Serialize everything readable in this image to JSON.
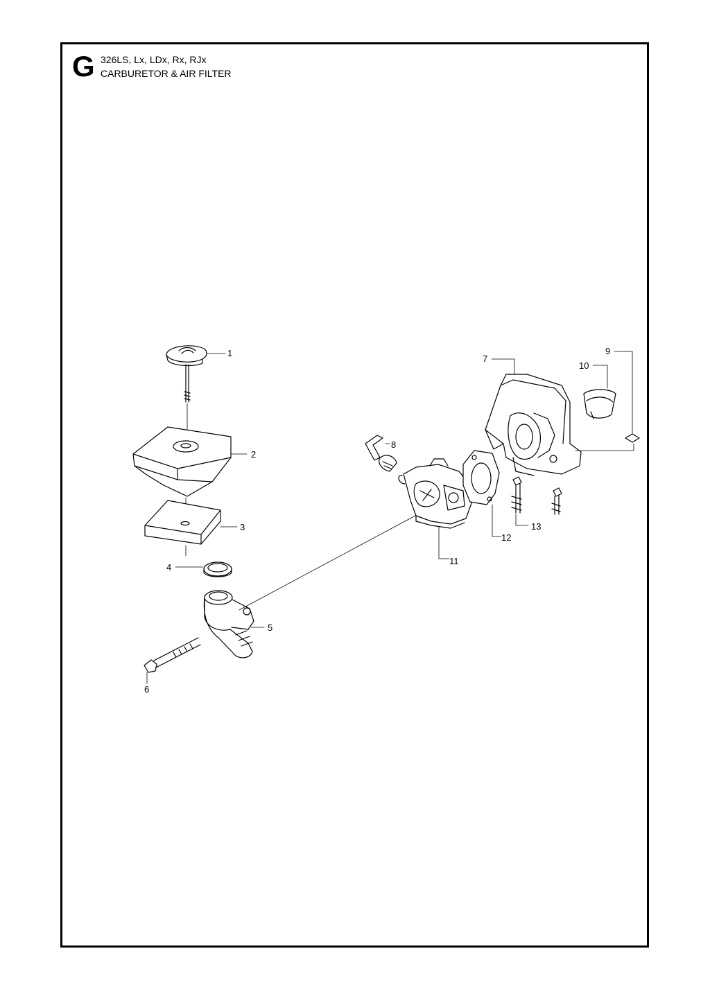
{
  "header": {
    "section_letter": "G",
    "model": "326LS, Lx, LDx, Rx, RJx",
    "title": "CARBURETOR & AIR FILTER"
  },
  "callouts": [
    "1",
    "2",
    "3",
    "4",
    "5",
    "6",
    "7",
    "8",
    "9",
    "10",
    "11",
    "12",
    "13"
  ]
}
